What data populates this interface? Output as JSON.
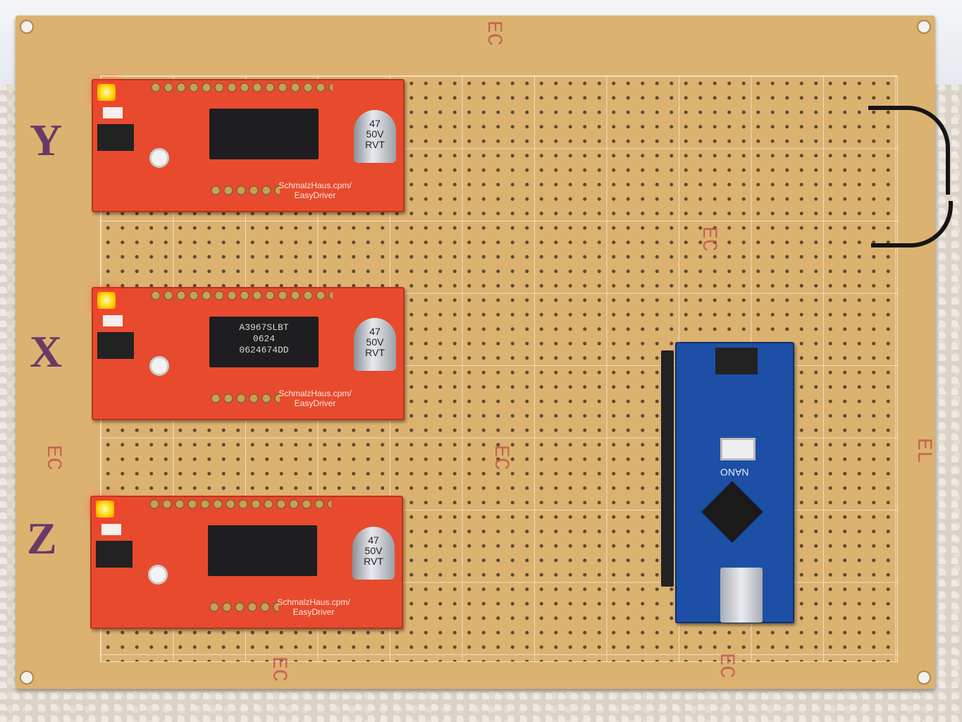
{
  "board": {
    "axis_labels": [
      "Y",
      "X",
      "Z"
    ],
    "silk_marks": [
      "EC",
      "EC",
      "EC",
      "EC",
      "EC",
      "EC",
      "EL"
    ]
  },
  "drivers": [
    {
      "brand": "SchmalzHaus.cpm/\nEasyDriver",
      "chip_text": "",
      "cap_text": "47\n50V\nRVT"
    },
    {
      "brand": "SchmalzHaus.cpm/\nEasyDriver",
      "chip_text": "A3967SLBT\n0624\n0624674DD",
      "cap_text": "47\n50V\nRVT"
    },
    {
      "brand": "SchmalzHaus.cpm/\nEasyDriver",
      "chip_text": "",
      "cap_text": "47\n50V\nRVT"
    }
  ],
  "nano": {
    "label": "NANO"
  },
  "colors": {
    "board": "#dcb271",
    "driver": "#e84a2e",
    "nano": "#1d4fa6"
  }
}
